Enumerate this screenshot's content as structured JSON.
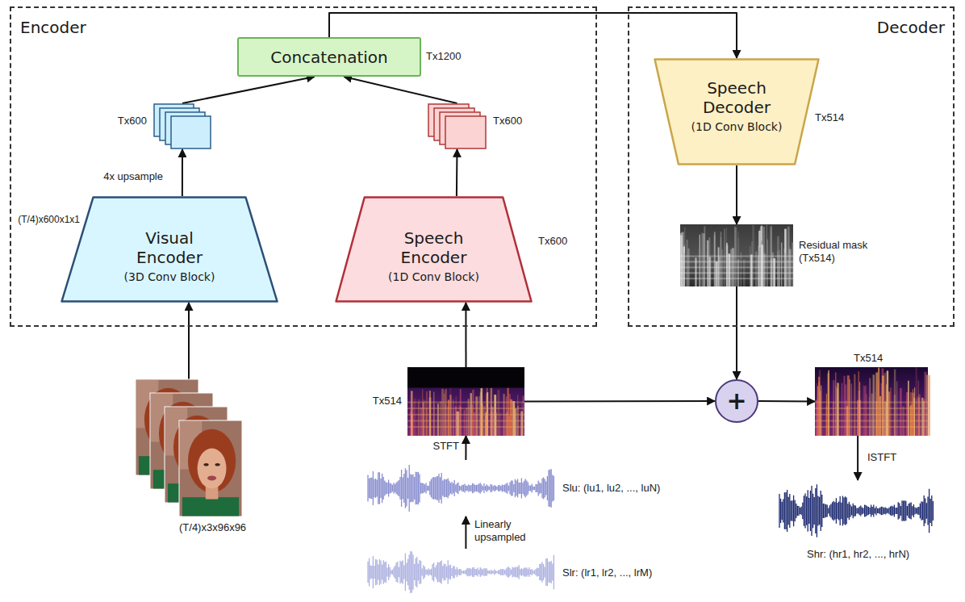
{
  "diagram": {
    "nodes": [
      {
        "text": [
          "Encoder"
        ]
      },
      {
        "text": [
          "Concatenation",
          "Tx1200"
        ],
        "in": 0
      },
      {
        "text": [
          "Tx600"
        ],
        "in": 0
      },
      {
        "text": [
          "Tx600"
        ],
        "in": 0
      },
      {
        "text": [
          "Visual Encoder",
          "(3D Conv Block)",
          "(T/4)x600x1x1"
        ],
        "in": 0
      },
      {
        "text": [
          "Speech Encoder",
          "(1D Conv Block)",
          "Tx600"
        ],
        "in": 0
      },
      {
        "text": [
          "Decoder"
        ]
      },
      {
        "text": [
          "Speech Decoder",
          "(1D Conv Block)",
          "Tx514"
        ],
        "in": 6
      },
      {
        "text": [
          "Residual mask (Tx514)"
        ],
        "in": 6
      },
      {
        "text": [
          "(T/4)x3x96x96"
        ]
      },
      {
        "text": [
          "Tx514"
        ]
      },
      {
        "text": [
          "+"
        ]
      },
      {
        "text": [
          "Tx514"
        ]
      },
      {
        "text": [
          "Slu: (lu1, lu2, ..., luN)"
        ]
      },
      {
        "text": [
          "Shr: (hr1, hr2, ..., hrN)"
        ]
      },
      {
        "text": [
          "Slr: (lr1, lr2, ..., lrM)"
        ]
      }
    ],
    "edges": [
      {
        "from": 4,
        "to": 2,
        "label": "4x upsample",
        "arrow": "to"
      },
      {
        "from": 2,
        "to": 1,
        "arrow": "to"
      },
      {
        "from": 5,
        "to": 3,
        "arrow": "to"
      },
      {
        "from": 3,
        "to": 1,
        "arrow": "to"
      },
      {
        "from": 1,
        "to": 7,
        "arrow": "to"
      },
      {
        "from": 9,
        "to": 4,
        "arrow": "to"
      },
      {
        "from": 10,
        "to": 5,
        "arrow": "to"
      },
      {
        "from": 13,
        "to": 10,
        "label": "STFT",
        "arrow": "to"
      },
      {
        "from": 15,
        "to": 13,
        "label": "Linearly upsampled",
        "arrow": "to"
      },
      {
        "from": 7,
        "to": 8,
        "arrow": "to"
      },
      {
        "from": 10,
        "to": 11,
        "arrow": "to"
      },
      {
        "from": 8,
        "to": 11,
        "arrow": "to"
      },
      {
        "from": 11,
        "to": 12,
        "arrow": "to"
      },
      {
        "from": 12,
        "to": 14,
        "label": "ISTFT",
        "arrow": "to"
      }
    ]
  }
}
